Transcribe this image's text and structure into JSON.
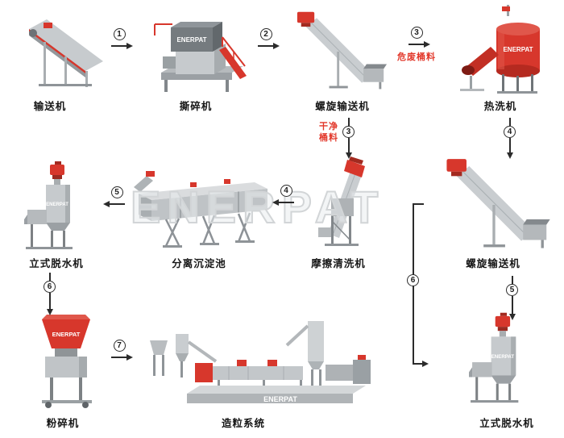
{
  "brand_name": "ENERPAT",
  "watermark_text": "ENERPAT",
  "colors": {
    "brand_red": "#d7372c",
    "machine_gray": "#c6cacd",
    "arrow_black": "#2b2b2b",
    "watermark_gray": "#d2d5d7",
    "annotation_red": "#e2372a"
  },
  "machines": {
    "conveyor": {
      "label": "输送机"
    },
    "shredder": {
      "label": "撕碎机"
    },
    "screw_conveyor_1": {
      "label": "螺旋输送机"
    },
    "hot_washer": {
      "label": "热洗机"
    },
    "vertical_dewater_1": {
      "label": "立式脱水机"
    },
    "sedimentation_tank": {
      "label": "分离沉淀池"
    },
    "friction_washer": {
      "label": "摩擦清洗机"
    },
    "screw_conveyor_2": {
      "label": "螺旋输送机"
    },
    "crusher": {
      "label": "粉碎机"
    },
    "pelletizing_system": {
      "label": "造粒系统"
    },
    "vertical_dewater_2": {
      "label": "立式脱水机"
    }
  },
  "steps": {
    "s1": "1",
    "s2": "2",
    "s3_top": "3",
    "s3_mid": "3",
    "s4_right": "4",
    "s4_mid": "4",
    "s5_left": "5",
    "s5_right": "5",
    "s6_left": "6",
    "s6_right": "6",
    "s7": "7"
  },
  "annotations": {
    "dirty_material": "危废桶料",
    "clean_material": "干净桶料"
  }
}
